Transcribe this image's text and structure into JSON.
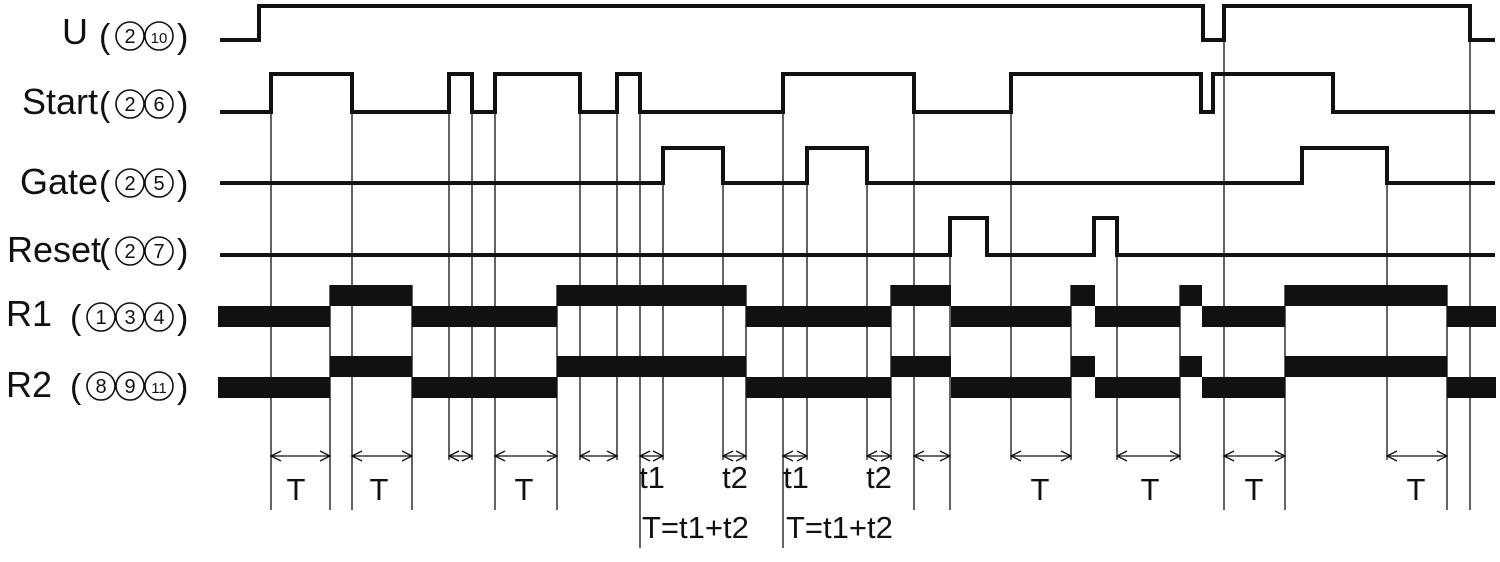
{
  "colors": {
    "ink": "#111111",
    "background": "#ffffff"
  },
  "signals": [
    {
      "id": "u",
      "name": "U",
      "pins": [
        "2",
        "10"
      ]
    },
    {
      "id": "start",
      "name": "Start",
      "pins": [
        "2",
        "6"
      ]
    },
    {
      "id": "gate",
      "name": "Gate",
      "pins": [
        "2",
        "5"
      ]
    },
    {
      "id": "reset",
      "name": "Reset",
      "pins": [
        "2",
        "7"
      ]
    },
    {
      "id": "r1",
      "name": "R1",
      "pins": [
        "1",
        "3",
        "4"
      ]
    },
    {
      "id": "r2",
      "name": "R2",
      "pins": [
        "8",
        "9",
        "11"
      ]
    }
  ],
  "annotations": {
    "period_label": "T",
    "t1_label": "t1",
    "t2_label": "t2",
    "sum_label": "T=t1+t2"
  }
}
